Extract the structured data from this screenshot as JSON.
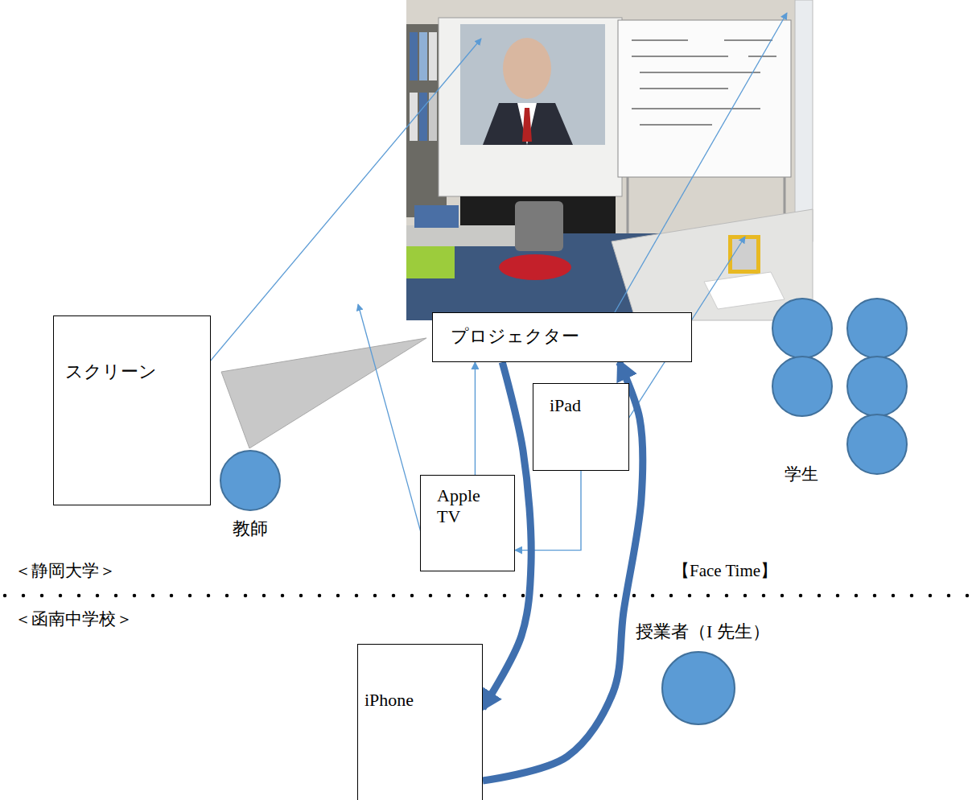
{
  "diagram": {
    "nodes": [
      {
        "text": [
          "プロジェクター"
        ]
      },
      {
        "text": [
          "スクリーン"
        ]
      },
      {
        "text": [
          "iPad"
        ]
      },
      {
        "text": [
          "教師"
        ]
      },
      {
        "text": [
          "Apple TV"
        ]
      },
      {
        "text": [
          "授業者（I 先生）"
        ]
      },
      {
        "text": [
          "iPhone"
        ]
      }
    ],
    "edges": [
      {
        "from": 2,
        "to": 4,
        "arrow": "to"
      },
      {
        "from": 4,
        "to": 0,
        "arrow": "to"
      },
      {
        "from": 0,
        "to": 6,
        "arrow": "to"
      },
      {
        "from": 6,
        "to": 0,
        "arrow": "to"
      }
    ],
    "labels": [
      "学生",
      "＜静岡大学＞",
      "【Face Time】",
      "＜函南中学校＞"
    ]
  }
}
